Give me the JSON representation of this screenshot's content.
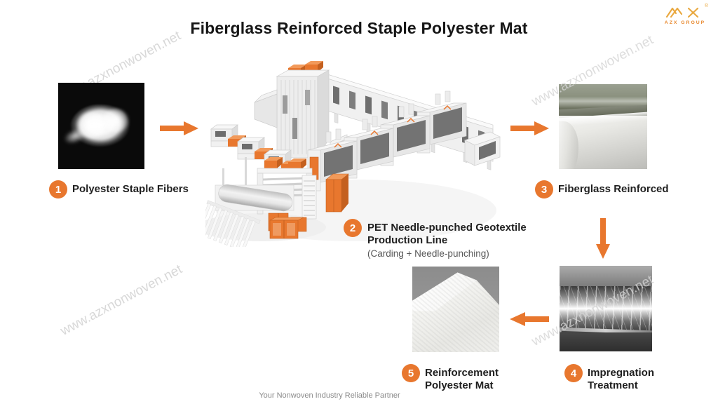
{
  "slide": {
    "title": "Fiberglass Reinforced Staple Polyester Mat",
    "footer_tagline": "Your Nonwoven Industry Reliable Partner",
    "watermark_text": "www.azxnonwoven.net"
  },
  "logo": {
    "group_name": "AZX GROUP",
    "registered_mark": "®"
  },
  "colors": {
    "accent_orange": "#E8772E",
    "logo_gold": "#E9A83F",
    "title_black": "#161616"
  },
  "steps": [
    {
      "number": "1",
      "label": "Polyester Staple Fibers"
    },
    {
      "number": "2",
      "label_line1": "PET Needle-punched Geotextile",
      "label_line2": "Production Line",
      "sublabel": "(Carding + Needle-punching)"
    },
    {
      "number": "3",
      "label": "Fiberglass Reinforced"
    },
    {
      "number": "4",
      "label_line1": "Impregnation",
      "label_line2": "Treatment"
    },
    {
      "number": "5",
      "label_line1": "Reinforcement",
      "label_line2": "Polyester Mat"
    }
  ],
  "flow": [
    {
      "from": "1",
      "to": "2",
      "direction": "right"
    },
    {
      "from": "2",
      "to": "3",
      "direction": "right"
    },
    {
      "from": "3",
      "to": "4",
      "direction": "down"
    },
    {
      "from": "4",
      "to": "5",
      "direction": "left"
    }
  ]
}
